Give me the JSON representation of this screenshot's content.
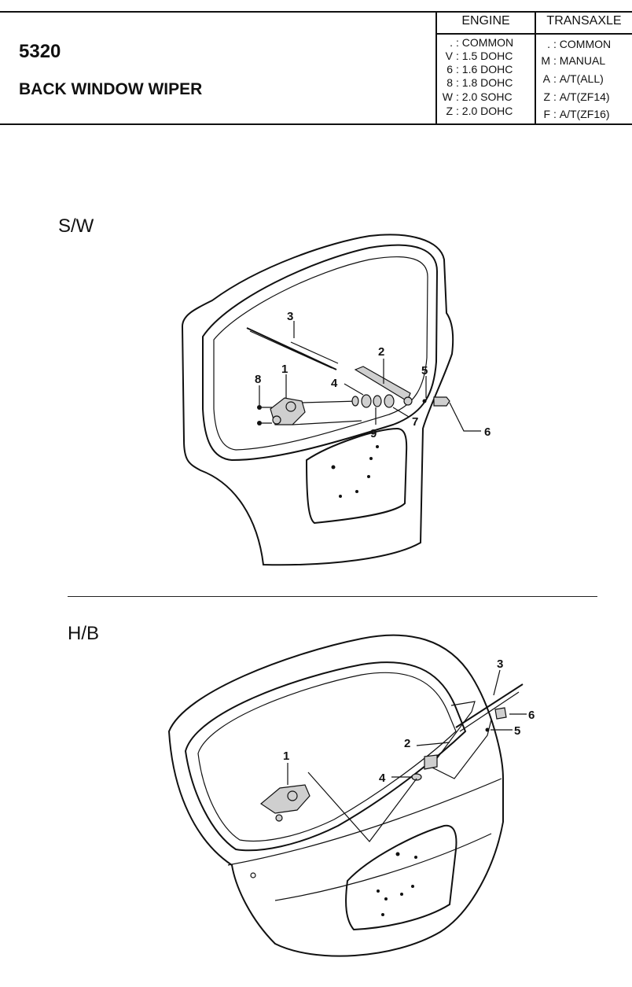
{
  "header": {
    "code": "5320",
    "title": "BACK WINDOW WIPER",
    "engine": {
      "heading": "ENGINE",
      "rows": [
        {
          "key": ".",
          "value": "COMMON"
        },
        {
          "key": "V",
          "value": "1.5 DOHC"
        },
        {
          "key": "6",
          "value": "1.6 DOHC"
        },
        {
          "key": "8",
          "value": "1.8 DOHC"
        },
        {
          "key": "W",
          "value": "2.0 SOHC"
        },
        {
          "key": "Z",
          "value": "2.0 DOHC"
        }
      ]
    },
    "transaxle": {
      "heading": "TRANSAXLE",
      "rows": [
        {
          "key": ".",
          "value": "COMMON"
        },
        {
          "key": "M",
          "value": "MANUAL"
        },
        {
          "key": "A",
          "value": "A/T(ALL)"
        },
        {
          "key": "Z",
          "value": "A/T(ZF14)"
        },
        {
          "key": "F",
          "value": "A/T(ZF16)"
        }
      ]
    }
  },
  "views": {
    "sw": {
      "label": "S/W",
      "callouts": [
        "3",
        "2",
        "5",
        "4",
        "1",
        "8",
        "9",
        "7",
        "6"
      ]
    },
    "hb": {
      "label": "H/B",
      "callouts": [
        "3",
        "6",
        "5",
        "2",
        "1",
        "4"
      ]
    }
  }
}
